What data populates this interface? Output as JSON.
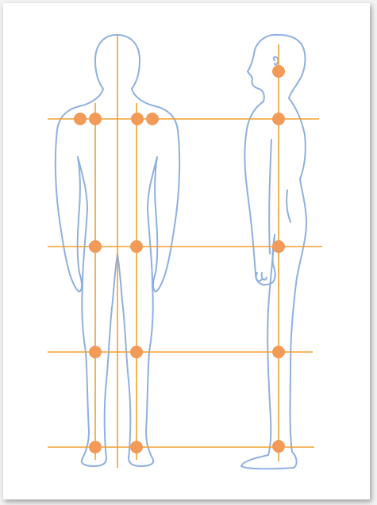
{
  "figure": {
    "kind": "posture-alignment-diagram",
    "views": [
      "back-view",
      "side-view"
    ],
    "colors": {
      "body_outline": "#8fb0e0",
      "alignment_line": "#f0a030",
      "marker": "#f29a58",
      "background": "#ffffff"
    },
    "horizontal_reference_lines": [
      "shoulder-level",
      "hip-level",
      "knee-level",
      "ankle-level"
    ],
    "vertical_reference_lines": [
      "back-midline",
      "back-left-leg-axis",
      "back-right-leg-axis",
      "side-plumb-line"
    ],
    "marker_counts": {
      "back_view": 10,
      "side_view": 5
    }
  }
}
